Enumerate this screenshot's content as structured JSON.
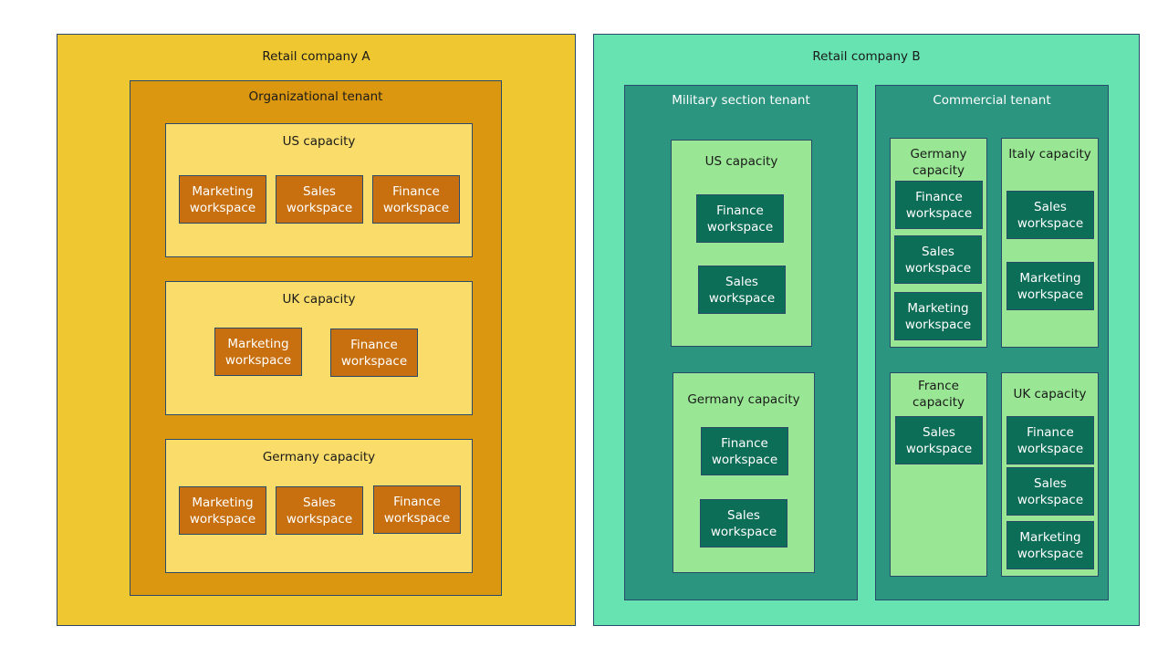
{
  "colors": {
    "company_a": "#efc730",
    "tenant_a": "#dc9710",
    "capacity_a": "#f9dc6a",
    "workspace_a": "#c8700f",
    "company_b": "#67e3b1",
    "tenant_b": "#2b957f",
    "capacity_b": "#99e794",
    "workspace_b": "#0c6e57"
  },
  "company_a": {
    "title": "Retail company A",
    "tenant": {
      "title": "Organizational tenant",
      "capacities": [
        {
          "title": "US capacity",
          "workspaces": [
            "Marketing\nworkspace",
            "Sales\nworkspace",
            "Finance\nworkspace"
          ]
        },
        {
          "title": "UK capacity",
          "workspaces": [
            "Marketing\nworkspace",
            "Finance\nworkspace"
          ]
        },
        {
          "title": "Germany capacity",
          "workspaces": [
            "Marketing\nworkspace",
            "Sales\nworkspace",
            "Finance\nworkspace"
          ]
        }
      ]
    }
  },
  "company_b": {
    "title": "Retail company B",
    "military_tenant": {
      "title": "Military section tenant",
      "capacities": [
        {
          "title": "US capacity",
          "workspaces": [
            "Finance\nworkspace",
            "Sales\nworkspace"
          ]
        },
        {
          "title": "Germany capacity",
          "workspaces": [
            "Finance\nworkspace",
            "Sales\nworkspace"
          ]
        }
      ]
    },
    "commercial_tenant": {
      "title": "Commercial tenant",
      "capacities": [
        {
          "title": "Germany\ncapacity",
          "workspaces": [
            "Finance\nworkspace",
            "Sales\nworkspace",
            "Marketing\nworkspace"
          ]
        },
        {
          "title": "Italy capacity",
          "workspaces": [
            "Sales\nworkspace",
            "Marketing\nworkspace"
          ]
        },
        {
          "title": "France\ncapacity",
          "workspaces": [
            "Sales\nworkspace"
          ]
        },
        {
          "title": "UK capacity",
          "workspaces": [
            "Finance\nworkspace",
            "Sales\nworkspace",
            "Marketing\nworkspace"
          ]
        }
      ]
    }
  }
}
